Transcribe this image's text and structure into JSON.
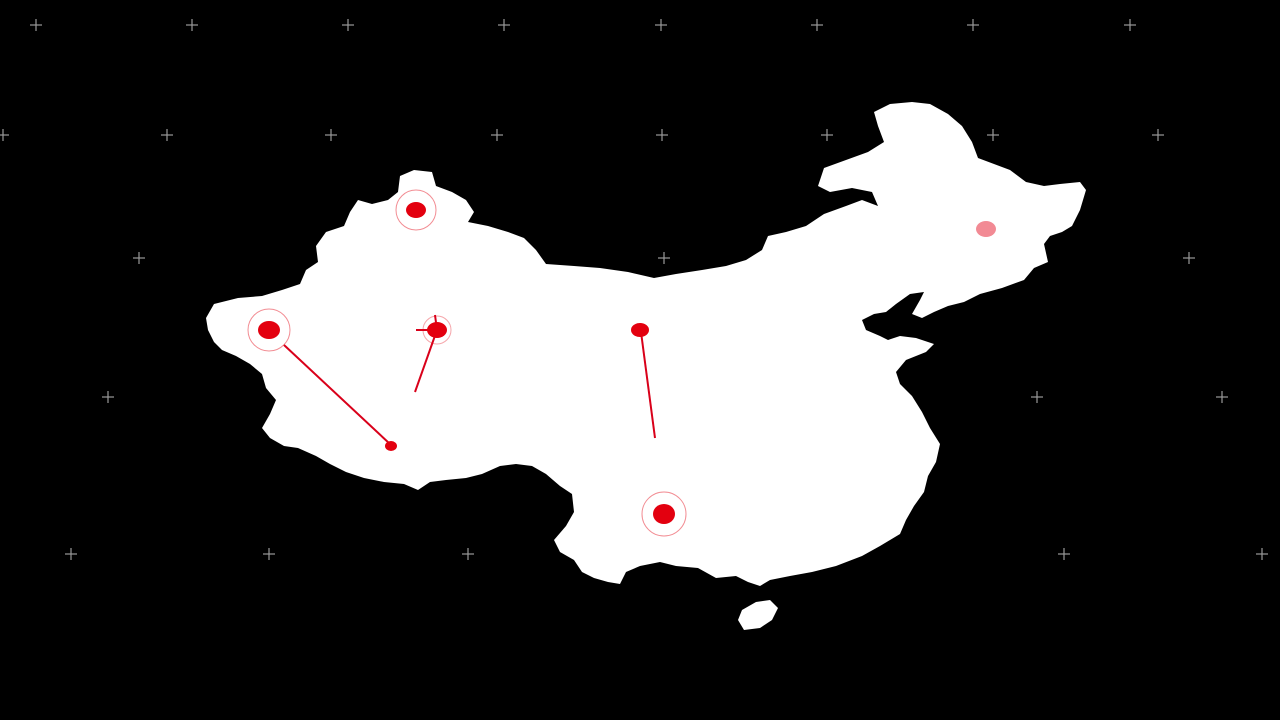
{
  "colors": {
    "background": "#000000",
    "landmass": "#ffffff",
    "marker": "#e3000f",
    "marker_faded": "#f28a94",
    "halo": "#e3000f",
    "link_line": "#d9001a",
    "grid_cross": "#9a9a9a"
  },
  "map": {
    "region": "China",
    "islands": [
      "Hainan"
    ]
  },
  "markers": [
    {
      "id": "marker-north-west",
      "style": "halo"
    },
    {
      "id": "marker-west",
      "style": "halo"
    },
    {
      "id": "marker-center-west",
      "style": "dot-small-halo"
    },
    {
      "id": "marker-center",
      "style": "dot"
    },
    {
      "id": "marker-south",
      "style": "halo"
    },
    {
      "id": "marker-north-east",
      "style": "faded"
    },
    {
      "id": "marker-tibet",
      "style": "dot-small"
    }
  ],
  "decor": {
    "grid_cross_icon": "plus-cross-icon"
  }
}
